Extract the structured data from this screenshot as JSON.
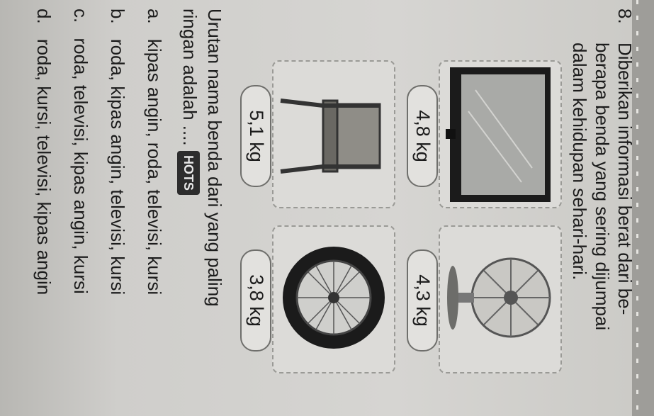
{
  "question": {
    "number": "8.",
    "line1": "Diberikan informasi berat dari be-",
    "line2": "berapa benda yang sering dijumpai",
    "line3": "dalam kehidupan sehari-hari."
  },
  "items": [
    {
      "name": "televisi",
      "weight": "4,8 kg",
      "icon": "television-icon"
    },
    {
      "name": "kipas angin",
      "weight": "4,3 kg",
      "icon": "fan-icon"
    },
    {
      "name": "kursi",
      "weight": "5,1 kg",
      "icon": "chair-icon"
    },
    {
      "name": "roda",
      "weight": "3,8 kg",
      "icon": "wheel-icon"
    }
  ],
  "prompt": {
    "line1": "Urutan nama benda dari yang paling",
    "line2": "ringan adalah ....",
    "badge": "HOTS"
  },
  "options": [
    {
      "letter": "a.",
      "text": "kipas angin, roda, televisi, kursi"
    },
    {
      "letter": "b.",
      "text": "roda, kipas angin, televisi, kursi"
    },
    {
      "letter": "c.",
      "text": "roda, televisi, kipas angin, kursi"
    },
    {
      "letter": "d.",
      "text": "roda, kursi, televisi, kipas angin"
    }
  ]
}
